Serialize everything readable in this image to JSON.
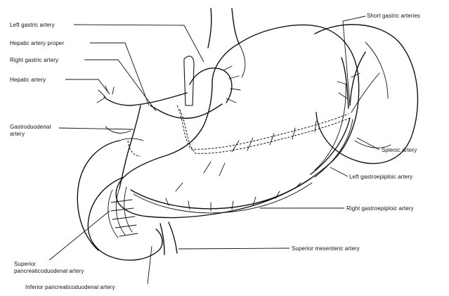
{
  "labels": {
    "left_gastric_artery": "Left gastric artery",
    "hepatic_artery_proper": "Hepatic artery proper",
    "right_gastric_artery": "Right gastric artery",
    "hepatic_artery": "Hepatic artery",
    "gastroduodenal_artery_line1": "Gastroduodenal",
    "gastroduodenal_artery_line2": "artery",
    "short_gastric_arteries": "Short gastric arteries",
    "splenic_artery": "Splenic artery",
    "left_gastroepiploic_artery": "Left gastroepiploic artery",
    "right_gastroepiploic_artery": "Right gastroepiploic artery",
    "superior_mesenteric_artery": "Superior mesenteric artery",
    "superior_pancreaticoduodenal_line1": "Superior",
    "superior_pancreaticoduodenal_line2": "pancreaticoduodenal artery",
    "inferior_pancreaticoduodenal_artery": "Inferior pancreaticoduodenal artery"
  }
}
